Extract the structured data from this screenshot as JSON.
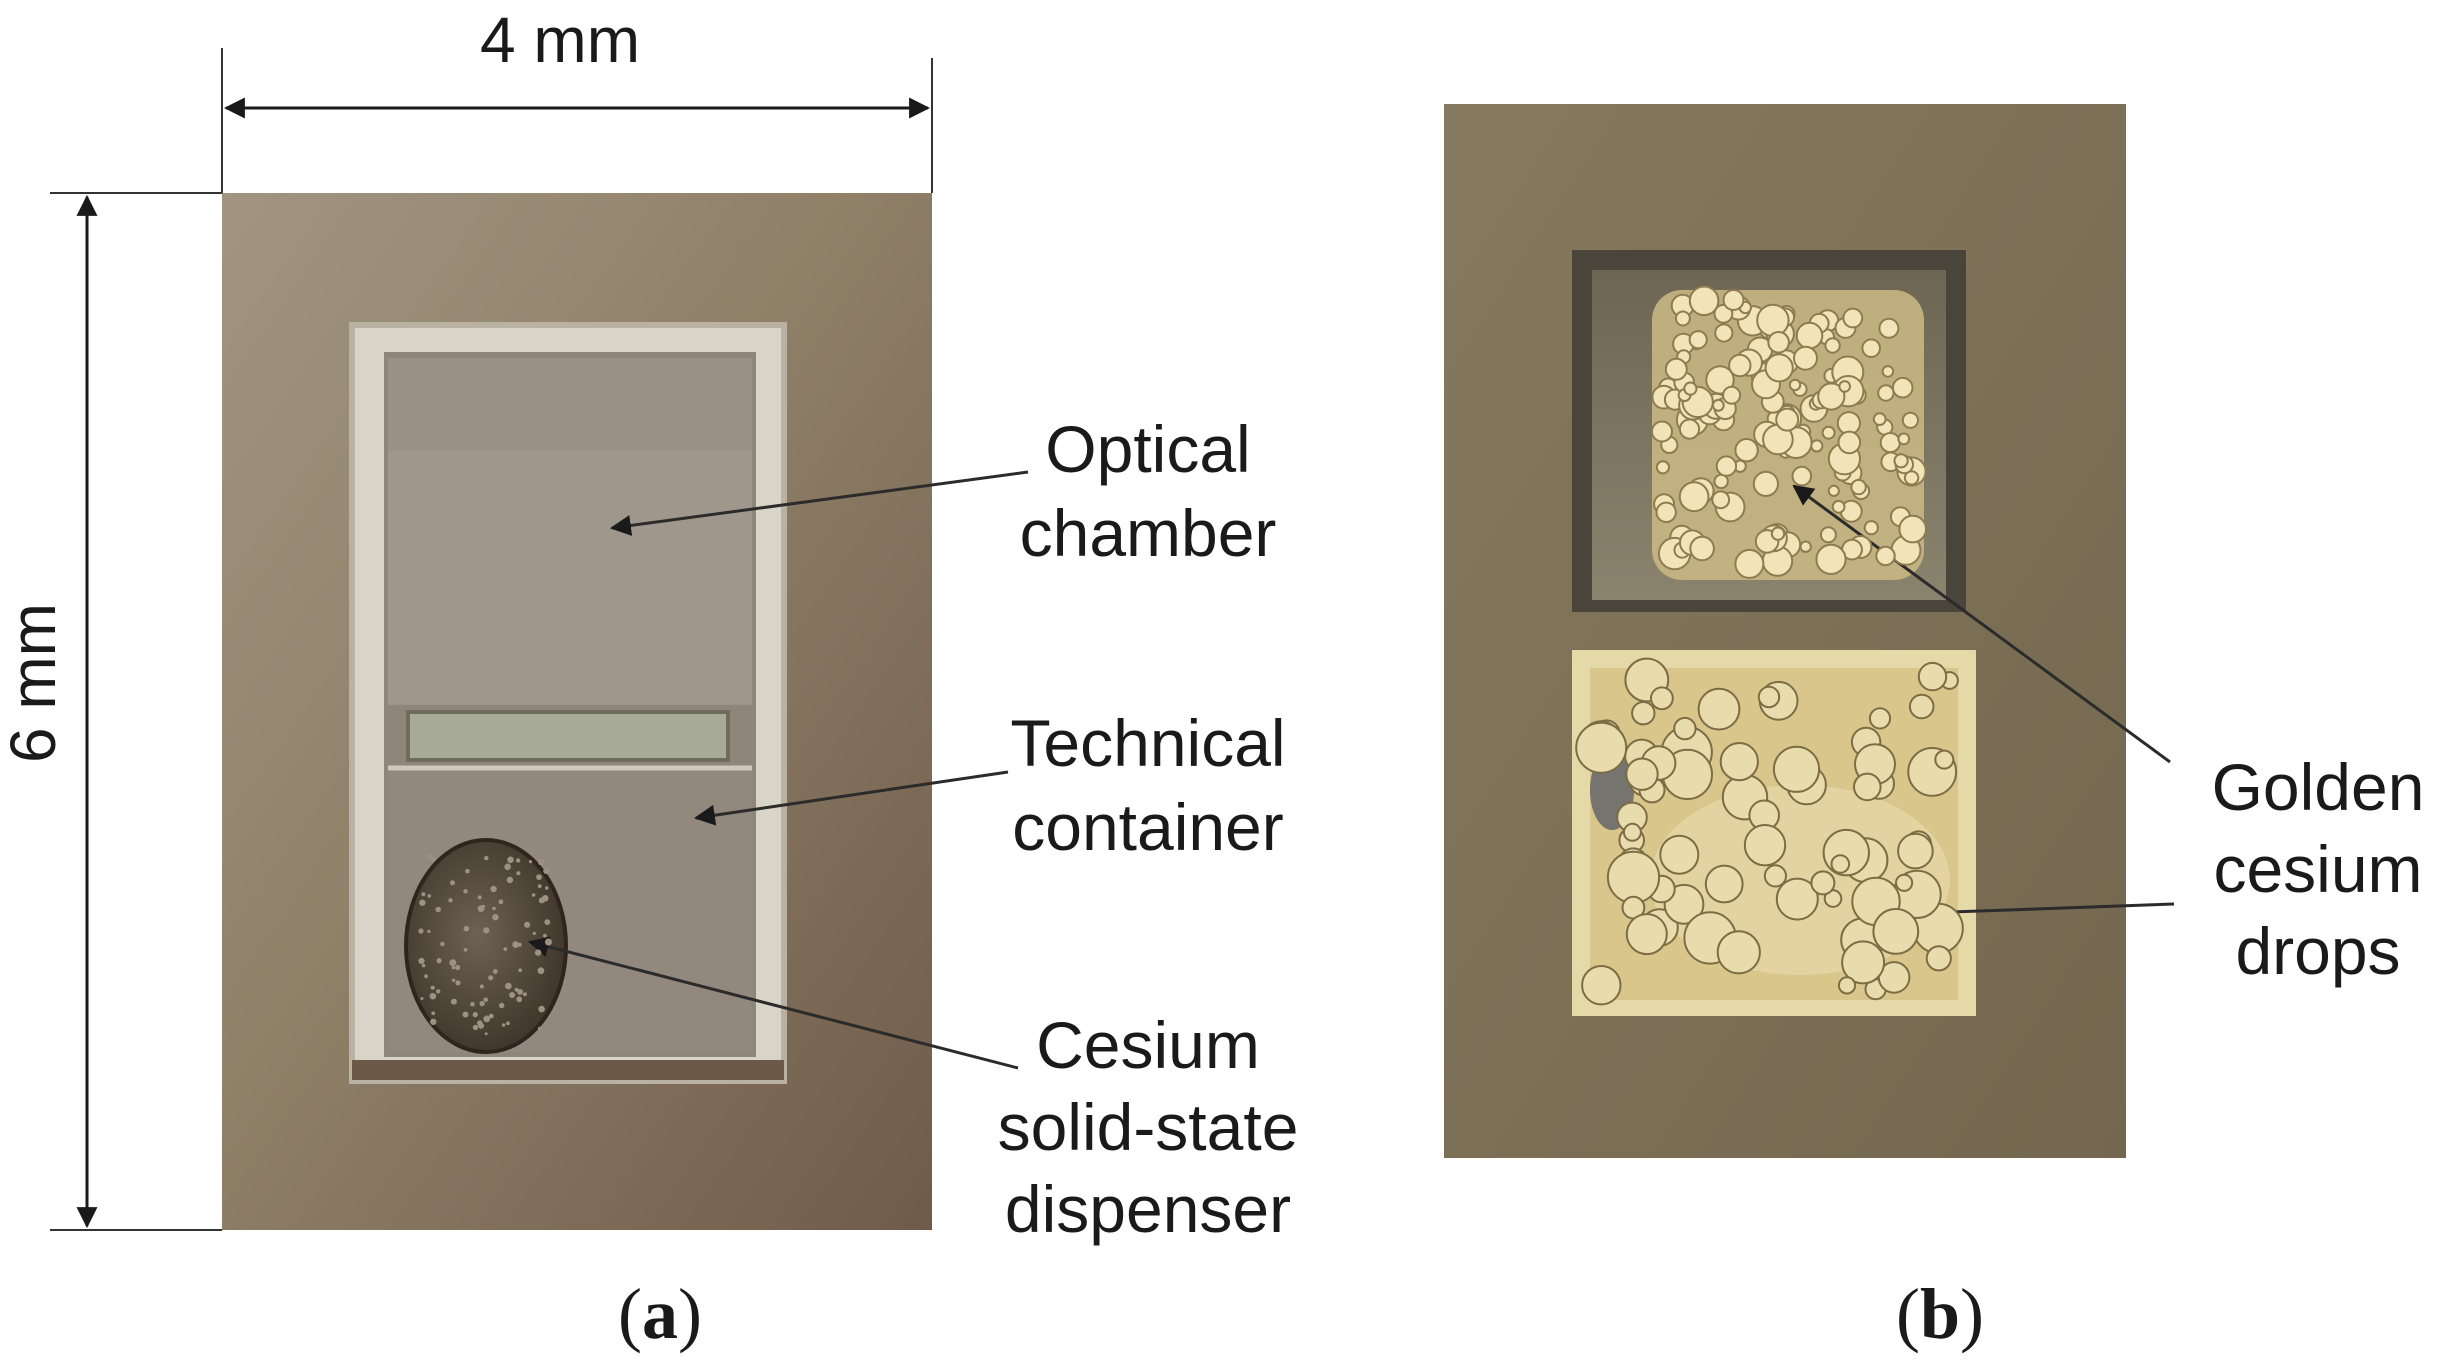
{
  "figure": {
    "dimensions": {
      "width": "4 mm",
      "height": "6 mm"
    },
    "panel_a": {
      "label_open": "(",
      "label_letter": "a",
      "label_close": ")",
      "annotations": {
        "optical_line1": "Optical",
        "optical_line2": "chamber",
        "technical_line1": "Technical",
        "technical_line2": "container",
        "cesium_line1": "Cesium",
        "cesium_line2": "solid-state",
        "cesium_line3": "dispenser"
      }
    },
    "panel_b": {
      "label_open": "(",
      "label_letter": "b",
      "label_close": ")",
      "annotations": {
        "golden_line1": "Golden",
        "golden_line2": "cesium",
        "golden_line3": "drops"
      }
    }
  },
  "colors": {
    "annotation_line": "#2b2b2b",
    "photo_background_a": "#8a7b64",
    "photo_background_b": "#7c7158",
    "cesium_gold": "#d8c68a"
  }
}
